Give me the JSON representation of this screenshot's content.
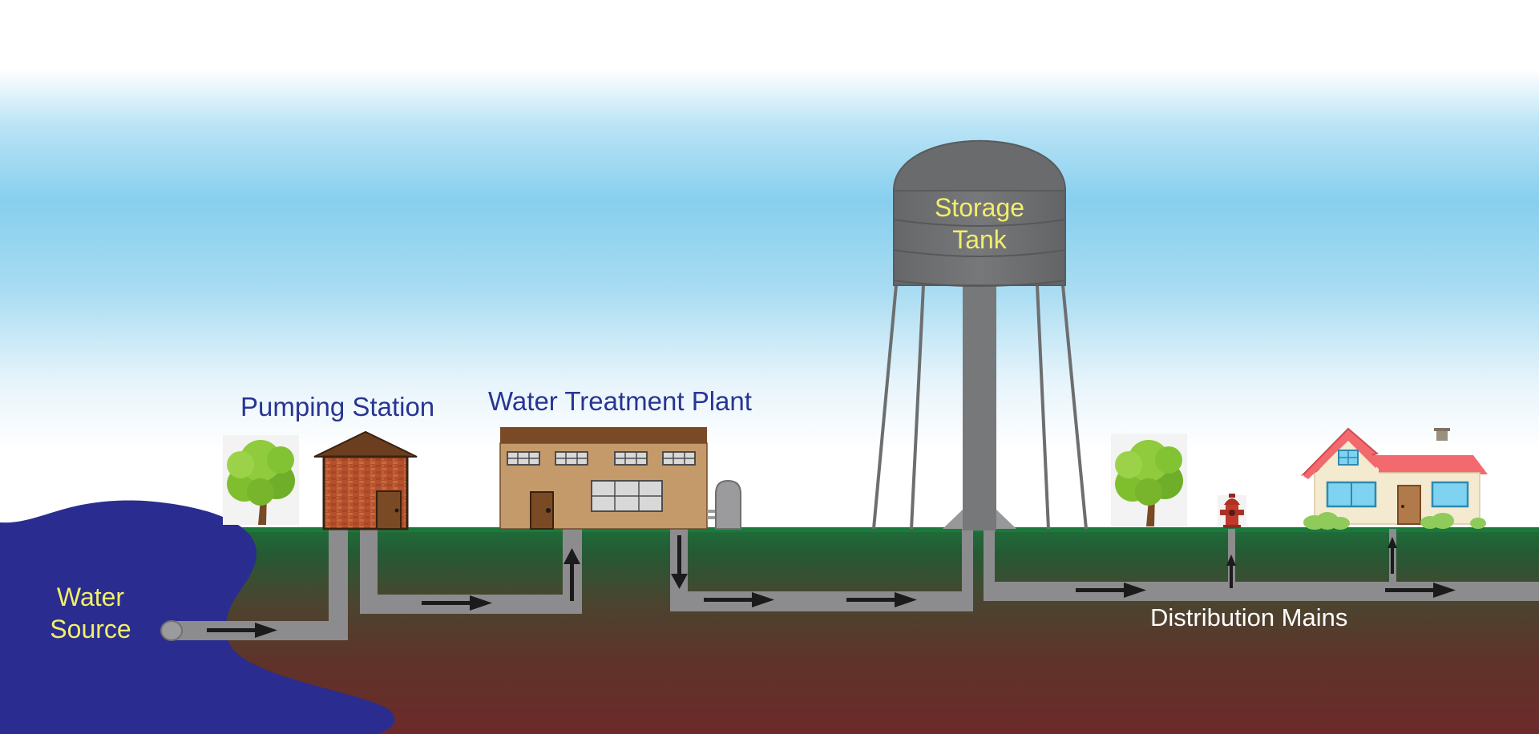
{
  "labels": {
    "pumping_station": "Pumping Station",
    "water_treatment_plant": "Water Treatment Plant",
    "storage_tank_line1": "Storage",
    "storage_tank_line2": "Tank",
    "water_source_line1": "Water",
    "water_source_line2": "Source",
    "distribution_mains": "Distribution Mains"
  },
  "colors": {
    "sky": "#87cfee",
    "grass": "#1f6b38",
    "soil": "#6d2c2a",
    "water": "#2a2d8f",
    "pipe": "#8c8c8e",
    "tank": "#6f7072",
    "label_blue": "#283593",
    "label_yellow": "#f1ef6a",
    "label_white": "#ffffff"
  }
}
